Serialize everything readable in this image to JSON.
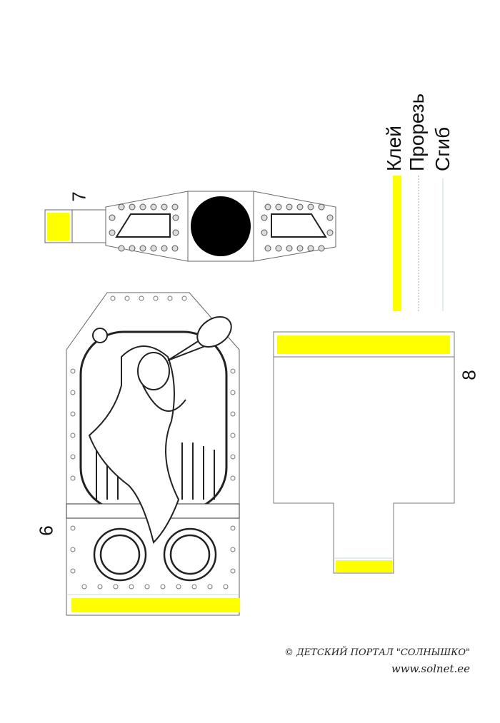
{
  "legend": {
    "glue_label": "Клей",
    "cut_label": "Прорезь",
    "fold_label": "Сгиб"
  },
  "pieces": {
    "piece_6_number": "6",
    "piece_7_number": "7",
    "piece_8_number": "8"
  },
  "credits": {
    "copyright": "© ДЕТСКИЙ ПОРТАЛ \"СОЛНЫШКО\"",
    "url": "www.solnet.ee"
  },
  "colors": {
    "glue": "#ffff00",
    "outline": "#555555",
    "fold": "#c8d8d8"
  }
}
